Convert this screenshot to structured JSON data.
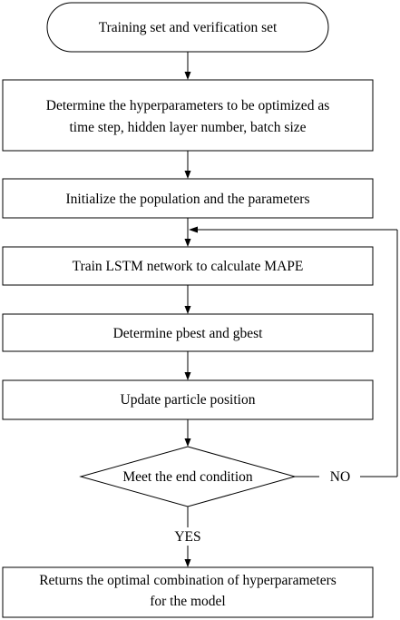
{
  "nodes": {
    "start": {
      "lines": [
        "Training set and verification set"
      ]
    },
    "determine_hyper": {
      "lines": [
        "Determine the hyperparameters to be optimized as",
        "time step, hidden layer number, batch size"
      ]
    },
    "initialize": {
      "lines": [
        "Initialize the population and the parameters"
      ]
    },
    "train": {
      "lines": [
        "Train LSTM network to calculate MAPE"
      ]
    },
    "pbest": {
      "lines": [
        "Determine pbest and gbest"
      ]
    },
    "update": {
      "lines": [
        "Update particle position"
      ]
    },
    "condition": {
      "lines": [
        "Meet the end condition"
      ]
    },
    "result": {
      "lines": [
        "Returns the optimal combination of hyperparameters",
        "for the model"
      ]
    }
  },
  "edge_labels": {
    "no": "NO",
    "yes": "YES"
  }
}
